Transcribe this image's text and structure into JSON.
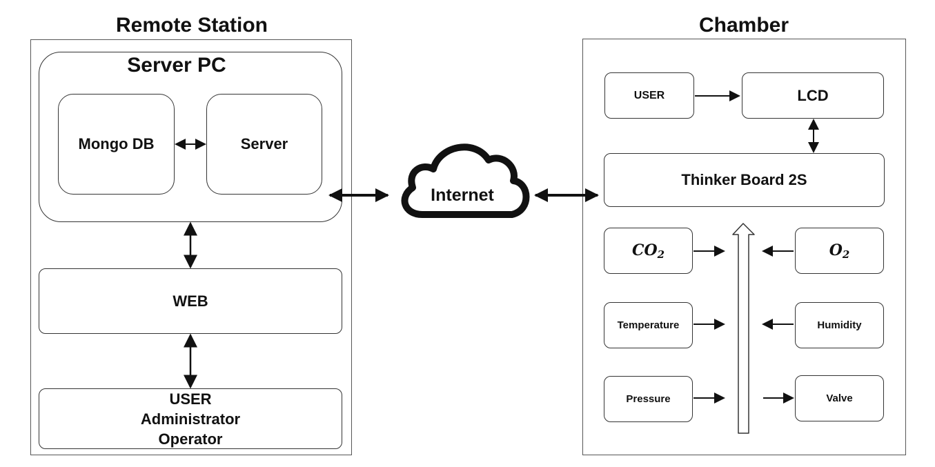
{
  "remote_station": {
    "title": "Remote Station",
    "server_pc": {
      "title": "Server PC",
      "mongo_db": "Mongo DB",
      "server": "Server"
    },
    "web": "WEB",
    "user_lines": [
      "USER",
      "Administrator",
      "Operator"
    ]
  },
  "internet": "Internet",
  "chamber": {
    "title": "Chamber",
    "user": "USER",
    "lcd": "LCD",
    "board": "Thinker Board 2S",
    "co2": {
      "base": "CO",
      "sub": "2"
    },
    "o2": {
      "base": "O",
      "sub": "2"
    },
    "temperature": "Temperature",
    "humidity": "Humidity",
    "pressure": "Pressure",
    "valve": "Valve"
  }
}
